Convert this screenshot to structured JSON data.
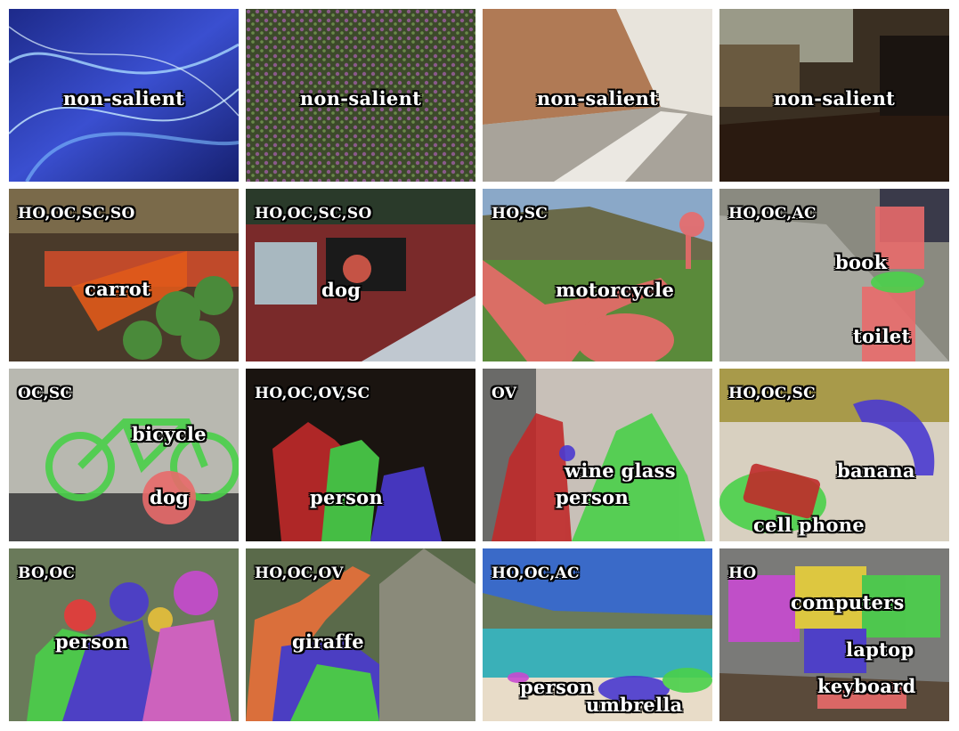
{
  "cells": [
    {
      "row": 0,
      "col": 0,
      "tag": "",
      "labels": [
        "non-salient"
      ]
    },
    {
      "row": 0,
      "col": 1,
      "tag": "",
      "labels": [
        "non-salient"
      ]
    },
    {
      "row": 0,
      "col": 2,
      "tag": "",
      "labels": [
        "non-salient"
      ]
    },
    {
      "row": 0,
      "col": 3,
      "tag": "",
      "labels": [
        "non-salient"
      ]
    },
    {
      "row": 1,
      "col": 0,
      "tag": "HO,OC,SC,SO",
      "labels": [
        "carrot"
      ]
    },
    {
      "row": 1,
      "col": 1,
      "tag": "HO,OC,SC,SO",
      "labels": [
        "dog"
      ]
    },
    {
      "row": 1,
      "col": 2,
      "tag": "HO,SC",
      "labels": [
        "motorcycle"
      ]
    },
    {
      "row": 1,
      "col": 3,
      "tag": "HO,OC,AC",
      "labels": [
        "book",
        "toilet"
      ]
    },
    {
      "row": 2,
      "col": 0,
      "tag": "OC,SC",
      "labels": [
        "bicycle",
        "dog"
      ]
    },
    {
      "row": 2,
      "col": 1,
      "tag": "HO,OC,OV,SC",
      "labels": [
        "person"
      ]
    },
    {
      "row": 2,
      "col": 2,
      "tag": "OV",
      "labels": [
        "wine glass",
        "person"
      ]
    },
    {
      "row": 2,
      "col": 3,
      "tag": "HO,OC,SC",
      "labels": [
        "banana",
        "cell phone"
      ]
    },
    {
      "row": 3,
      "col": 0,
      "tag": "BO,OC",
      "labels": [
        "person"
      ]
    },
    {
      "row": 3,
      "col": 1,
      "tag": "HO,OC,OV",
      "labels": [
        "giraffe"
      ]
    },
    {
      "row": 3,
      "col": 2,
      "tag": "HO,OC,AC",
      "labels": [
        "person",
        "umbrella"
      ]
    },
    {
      "row": 3,
      "col": 3,
      "tag": "HO",
      "labels": [
        "computers",
        "laptop",
        "keyboard"
      ]
    }
  ]
}
